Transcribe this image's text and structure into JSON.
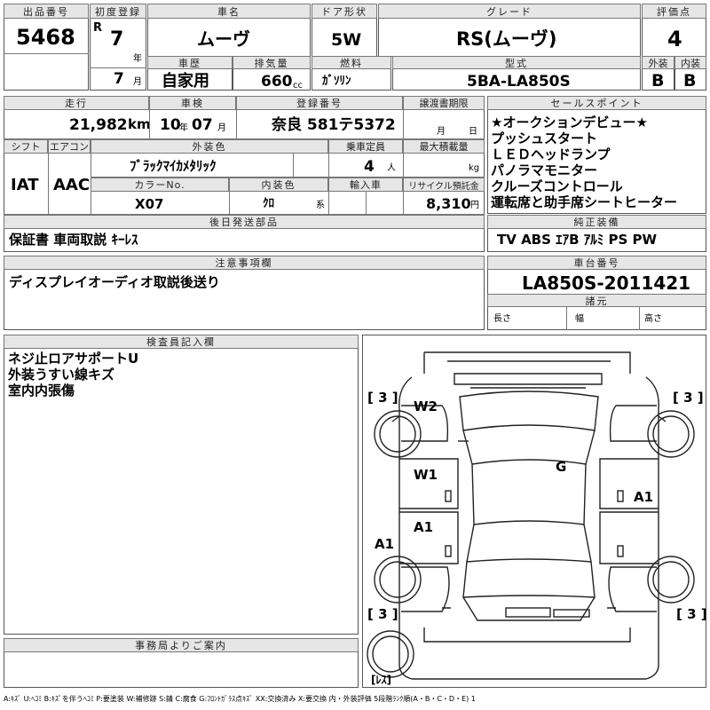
{
  "header": {
    "lot_no_label": "出品番号",
    "lot_no": "5468",
    "first_reg_label": "初度登録",
    "era": "R",
    "year": "7",
    "year_unit": "年",
    "month": "7",
    "month_unit": "月",
    "car_name_label": "車名",
    "car_name": "ムーヴ",
    "door_label": "ドア形状",
    "door": "5W",
    "grade_label": "グレード",
    "grade": "RS(ムーヴ)",
    "score_label": "評価点",
    "score": "4",
    "history_label": "車歴",
    "history": "自家用",
    "displacement_label": "排気量",
    "displacement": "660",
    "displacement_unit": "cc",
    "fuel_label": "燃料",
    "fuel": "ｶﾞｿﾘﾝ",
    "model_code_label": "型式",
    "model_code": "5BA-LA850S",
    "exterior_label": "外装",
    "exterior": "B",
    "interior_label": "内装",
    "interior": "B"
  },
  "info": {
    "mileage_label": "走行",
    "mileage": "21,982",
    "mileage_unit": "km",
    "inspection_label": "車検",
    "insp_year": "10",
    "insp_year_unit": "年",
    "insp_month": "07",
    "insp_month_unit": "月",
    "plate_label": "登録番号",
    "plate": "奈良 581テ5372",
    "transfer_label": "譲渡書期限",
    "transfer_month_unit": "月",
    "transfer_day_unit": "日",
    "shift_label": "シフト",
    "shift": "IAT",
    "ac_label": "エアコン",
    "ac": "AAC",
    "ext_color_label": "外装色",
    "ext_color": "ﾌﾞﾗｯｸﾏｲｶﾒﾀﾘｯｸ",
    "capacity_label": "乗車定員",
    "capacity": "4",
    "capacity_unit": "人",
    "max_load_label": "最大積載量",
    "max_load_unit": "kg",
    "color_no_label": "カラーNo.",
    "color_no": "X07",
    "int_color_label": "内装色",
    "int_color": "ｸﾛ",
    "int_color_unit": "系",
    "import_label": "輸入車",
    "recycle_label": "リサイクル預託金",
    "recycle": "8,310",
    "recycle_unit": "円",
    "later_parts_label": "後日発送部品",
    "later_parts": "保証書 車両取説 ｷｰﾚｽ",
    "notes_label": "注意事項欄",
    "notes": "ディスプレイオーディオ取説後送り"
  },
  "sales_points": {
    "label": "セールスポイント",
    "items": [
      "★オークションデビュー★",
      "プッシュスタート",
      "ＬＥＤヘッドランプ",
      "パノラマモニター",
      "クルーズコントロール",
      "運転席と助手席シートヒーター"
    ]
  },
  "equipment": {
    "label": "純正装備",
    "items": "TV ABS ｴｱB ｱﾙﾐ PS PW"
  },
  "chassis": {
    "label": "車台番号",
    "value": "LA850S-2011421"
  },
  "dimensions": {
    "label": "諸元",
    "length_label": "長さ",
    "width_label": "幅",
    "height_label": "高さ"
  },
  "inspector": {
    "label": "検査員記入欄",
    "lines": [
      "ネジ止ロアサポートU",
      "外装うすい線キズ",
      "室内内張傷"
    ]
  },
  "office": {
    "label": "事務局よりご案内"
  },
  "diagram": {
    "marks": {
      "w2": "W2",
      "w1": "W1",
      "a1_left_panel": "A1",
      "a1_right": "A1",
      "a1_left_edge": "A1",
      "g": "G"
    },
    "tires": {
      "fl": "[ 3 ]",
      "fr": "[ 3 ]",
      "rl": "[ 3 ]",
      "rr": "[ 3 ]",
      "spare": "[ﾚｽ]"
    }
  },
  "legend": "A:ｷｽﾞ U:ﾍｺﾐ B:ｷｽﾞを伴うﾍｺﾐ P:要塗装 W:補修跡 S:錆 C:腐食 G:ﾌﾛﾝﾄｶﾞﾗｽ点ｷｽﾞ XX:交換済み X:要交換 内・外装評価 5段階ﾗﾝｸ順(A・B・C・D・E) 1"
}
